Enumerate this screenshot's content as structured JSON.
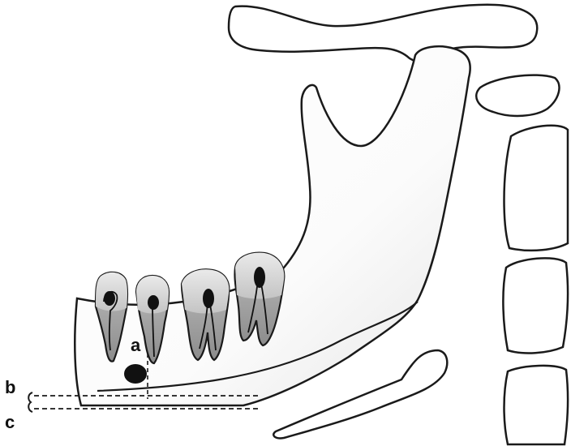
{
  "labels": {
    "a": "a",
    "b": "b",
    "c": "c"
  },
  "colors": {
    "outline": "#1a1a1a",
    "tooth_root_fill": "#9a9a9a",
    "tooth_crown_fill": "#d6d6d6",
    "pulp_fill": "#111111",
    "bone_fill": "#ffffff",
    "shading": "#e9e9e9"
  }
}
